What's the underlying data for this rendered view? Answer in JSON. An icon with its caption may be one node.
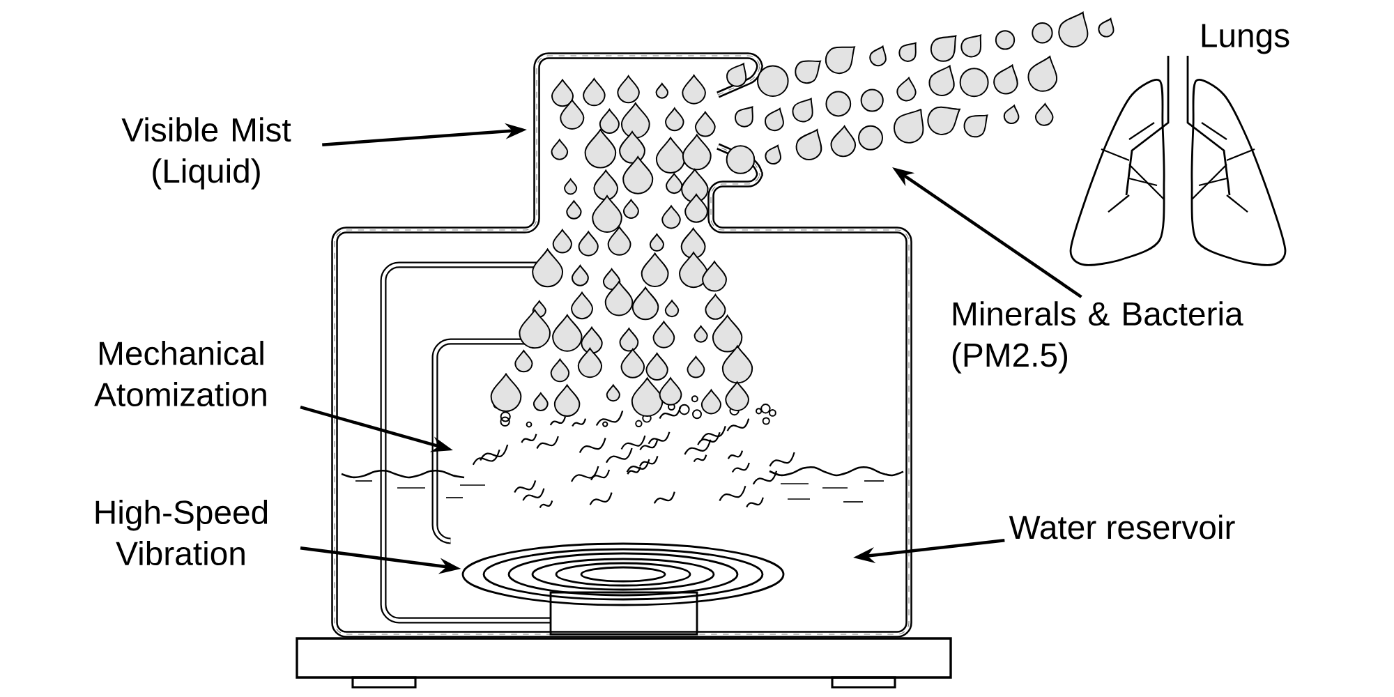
{
  "diagram": {
    "nodes": [
      {
        "text": [
          "Visible Mist (Liquid)"
        ]
      },
      {
        "text": [
          "Minerals & Bacteria (PM2.5)"
        ]
      },
      {
        "text": [
          "Mechanical Atomization"
        ]
      },
      {
        "text": [
          "High-Speed Vibration"
        ]
      },
      {
        "text": [
          "Water reservoir"
        ]
      },
      {
        "text": [],
        "shape": "picture"
      }
    ],
    "edges": [
      {
        "from": 0,
        "to": null,
        "arrow": "to"
      },
      {
        "from": 1,
        "to": null,
        "arrow": "to"
      },
      {
        "from": 2,
        "to": null,
        "arrow": "to"
      },
      {
        "from": 3,
        "to": 5,
        "arrow": "to"
      },
      {
        "from": 4,
        "to": null,
        "arrow": "to"
      }
    ],
    "labels": [
      "Lungs"
    ]
  }
}
